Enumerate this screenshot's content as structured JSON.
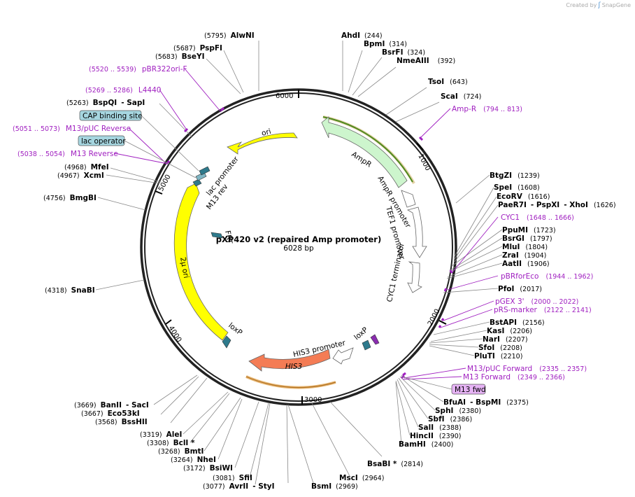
{
  "brand": {
    "created_by": "Created by",
    "name": "SnapGene"
  },
  "plasmid": {
    "name": "pXP420 v2 (repaired Amp promoter)",
    "size": "6028 bp"
  },
  "ticks": [
    "1000",
    "2000",
    "3000",
    "4000",
    "5000",
    "6000"
  ],
  "features": [
    {
      "id": "ampr",
      "label": "AmpR",
      "color": "#cdf5cd"
    },
    {
      "id": "ampr-promoter",
      "label": "AmpR promoter",
      "color": "#ffffff"
    },
    {
      "id": "tef1",
      "label": "TEF1 promoter",
      "color": "#ffffff"
    },
    {
      "id": "cyc1",
      "label": "CYC1 terminator",
      "color": "#ffffff"
    },
    {
      "id": "loxp-right",
      "label": "loxP",
      "color": "#2e7a8c"
    },
    {
      "id": "his3prom",
      "label": "HIS3 promoter",
      "color": "#ffffff"
    },
    {
      "id": "his3",
      "label": "HIS3",
      "color": "#f47c55"
    },
    {
      "id": "loxp-left",
      "label": "loxP",
      "color": "#2e7a8c"
    },
    {
      "id": "2u",
      "label": "2μ ori",
      "color": "#ffff00"
    },
    {
      "id": "frt",
      "label": "FRT",
      "color": "#2e7a8c"
    },
    {
      "id": "m13rev",
      "label": "M13 rev",
      "color": "#2e7a8c"
    },
    {
      "id": "lacprom",
      "label": "lac promoter",
      "color": "#ffffff"
    },
    {
      "id": "ori",
      "label": "ori",
      "color": "#ffff00"
    }
  ],
  "enzymes": [
    {
      "name": "AlwNI",
      "pos": "(5795)"
    },
    {
      "name": "PspFI",
      "pos": "(5687)"
    },
    {
      "name": "BseYI",
      "pos": "(5683)"
    },
    {
      "name": "BspQI",
      "name2": "- SapI",
      "pos": "(5263)"
    },
    {
      "name": "MfeI",
      "pos": "(4968)"
    },
    {
      "name": "XcmI",
      "pos": "(4967)"
    },
    {
      "name": "BmgBI",
      "pos": "(4756)"
    },
    {
      "name": "SnaBI",
      "pos": "(4318)"
    },
    {
      "name": "BanII",
      "name2": "- SacI",
      "pos": "(3669)"
    },
    {
      "name": "Eco53kI",
      "pos": "(3667)"
    },
    {
      "name": "BssHII",
      "pos": "(3568)"
    },
    {
      "name": "AleI",
      "pos": "(3319)"
    },
    {
      "name": "BclI *",
      "pos": "(3308)"
    },
    {
      "name": "BmtI",
      "pos": "(3268)"
    },
    {
      "name": "NheI",
      "pos": "(3264)"
    },
    {
      "name": "BsiWI",
      "pos": "(3172)"
    },
    {
      "name": "SfiI",
      "pos": "(3081)"
    },
    {
      "name": "AvrII",
      "name2": "- StyI",
      "pos": "(3077)"
    },
    {
      "name": "BsmI",
      "pos": "(2969)"
    },
    {
      "name": "MscI",
      "pos": "(2964)"
    },
    {
      "name": "BsaBI *",
      "pos": "(2814)"
    },
    {
      "name": "AhdI",
      "pos": "(244)"
    },
    {
      "name": "BpmI",
      "pos": "(314)"
    },
    {
      "name": "BsrFI",
      "pos": "(324)"
    },
    {
      "name": "NmeAIII",
      "pos": "(392)"
    },
    {
      "name": "TsoI",
      "pos": "(643)"
    },
    {
      "name": "ScaI",
      "pos": "(724)"
    },
    {
      "name": "BtgZI",
      "pos": "(1239)"
    },
    {
      "name": "SpeI",
      "pos": "(1608)"
    },
    {
      "name": "EcoRV",
      "pos": "(1616)"
    },
    {
      "name": "PaeR7I",
      "name2": "- PspXI",
      "name3": "- XhoI",
      "pos": "(1626)"
    },
    {
      "name": "PpuMI",
      "pos": "(1723)"
    },
    {
      "name": "BsrGI",
      "pos": "(1797)"
    },
    {
      "name": "MluI",
      "pos": "(1804)"
    },
    {
      "name": "ZraI",
      "pos": "(1904)"
    },
    {
      "name": "AatII",
      "pos": "(1906)"
    },
    {
      "name": "PfoI",
      "pos": "(2017)"
    },
    {
      "name": "BstAPI",
      "pos": "(2156)"
    },
    {
      "name": "KasI",
      "pos": "(2206)"
    },
    {
      "name": "NarI",
      "pos": "(2207)"
    },
    {
      "name": "SfoI",
      "pos": "(2208)"
    },
    {
      "name": "PluTI",
      "pos": "(2210)"
    },
    {
      "name": "BfuAI",
      "name2": "- BspMI",
      "pos": "(2375)"
    },
    {
      "name": "SphI",
      "pos": "(2380)"
    },
    {
      "name": "SbfI",
      "pos": "(2386)"
    },
    {
      "name": "SalI",
      "pos": "(2388)"
    },
    {
      "name": "HincII",
      "pos": "(2390)"
    },
    {
      "name": "BamHI",
      "pos": "(2400)"
    }
  ],
  "primers": [
    {
      "name": "pBR322ori-F",
      "pos": "(5520 .. 5539)"
    },
    {
      "name": "L4440",
      "pos": "(5269 .. 5286)"
    },
    {
      "name": "M13/pUC Reverse",
      "pos": "(5051 .. 5073)"
    },
    {
      "name": "M13 Reverse",
      "pos": "(5038 .. 5054)"
    },
    {
      "name": "Amp-R",
      "pos": "(794 .. 813)"
    },
    {
      "name": "CYC1",
      "pos": "(1648 .. 1666)"
    },
    {
      "name": "pBRforEco",
      "pos": "(1944 .. 1962)"
    },
    {
      "name": "pGEX 3'",
      "pos": "(2000 .. 2022)"
    },
    {
      "name": "pRS-marker",
      "pos": "(2122 .. 2141)"
    },
    {
      "name": "M13/pUC Forward",
      "pos": "(2335 .. 2357)"
    },
    {
      "name": "M13 Forward",
      "pos": "(2349 .. 2366)"
    }
  ],
  "boxed": [
    {
      "label": "CAP binding site",
      "color": "#a6d6e0"
    },
    {
      "label": "lac operator",
      "color": "#a6d6e0"
    },
    {
      "label": "M13 fwd",
      "color": "#e6b3f5"
    }
  ]
}
